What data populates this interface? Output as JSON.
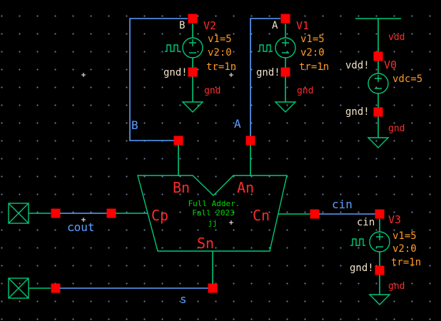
{
  "app": {
    "view": "schematic-canvas"
  },
  "colors": {
    "background": "#000000",
    "grid_dot": "#6a7aa0",
    "wire_blue": "#5c9fff",
    "symbol_green": "#00c878",
    "text_green": "#00d800",
    "instance_red": "#ff2b2b",
    "pin_square_red": "#ff0000",
    "param_orange": "#ff9922",
    "net_pin_white": "#f2e3c8"
  },
  "nets": {
    "b": "B",
    "a": "A",
    "cout": "cout",
    "s": "s",
    "cin": "cin"
  },
  "adder": {
    "pins": {
      "bn": "Bn",
      "an": "An",
      "cp": "Cp",
      "cn": "Cn",
      "sn": "Sn"
    },
    "label": {
      "line1": "Full Adder.",
      "line2": "Fall 2023",
      "line3": "jj"
    }
  },
  "sources": {
    "v2": {
      "net_pin": "B",
      "name": "V2",
      "params": [
        "v1=5",
        "v2:0",
        "tr=1n"
      ],
      "gnd_pin": "gnd!",
      "gnd_net": "gnd"
    },
    "v1": {
      "net_pin": "A",
      "name": "V1",
      "params": [
        "v1=5",
        "v2:0",
        "tr=1n"
      ],
      "gnd_pin": "gnd!",
      "gnd_net": "gnd"
    },
    "v0": {
      "rail_net": "vdd",
      "supply_pin": "vdd!",
      "name": "V0",
      "params": [
        "vdc=5"
      ],
      "gnd_pin": "gnd!",
      "gnd_net": "gnd"
    },
    "v3": {
      "net_pin": "cin",
      "name": "V3",
      "params": [
        "v1=5",
        "v2:0",
        "tr=1n"
      ],
      "gnd_pin": "gnd!",
      "gnd_net": "gnd"
    }
  }
}
